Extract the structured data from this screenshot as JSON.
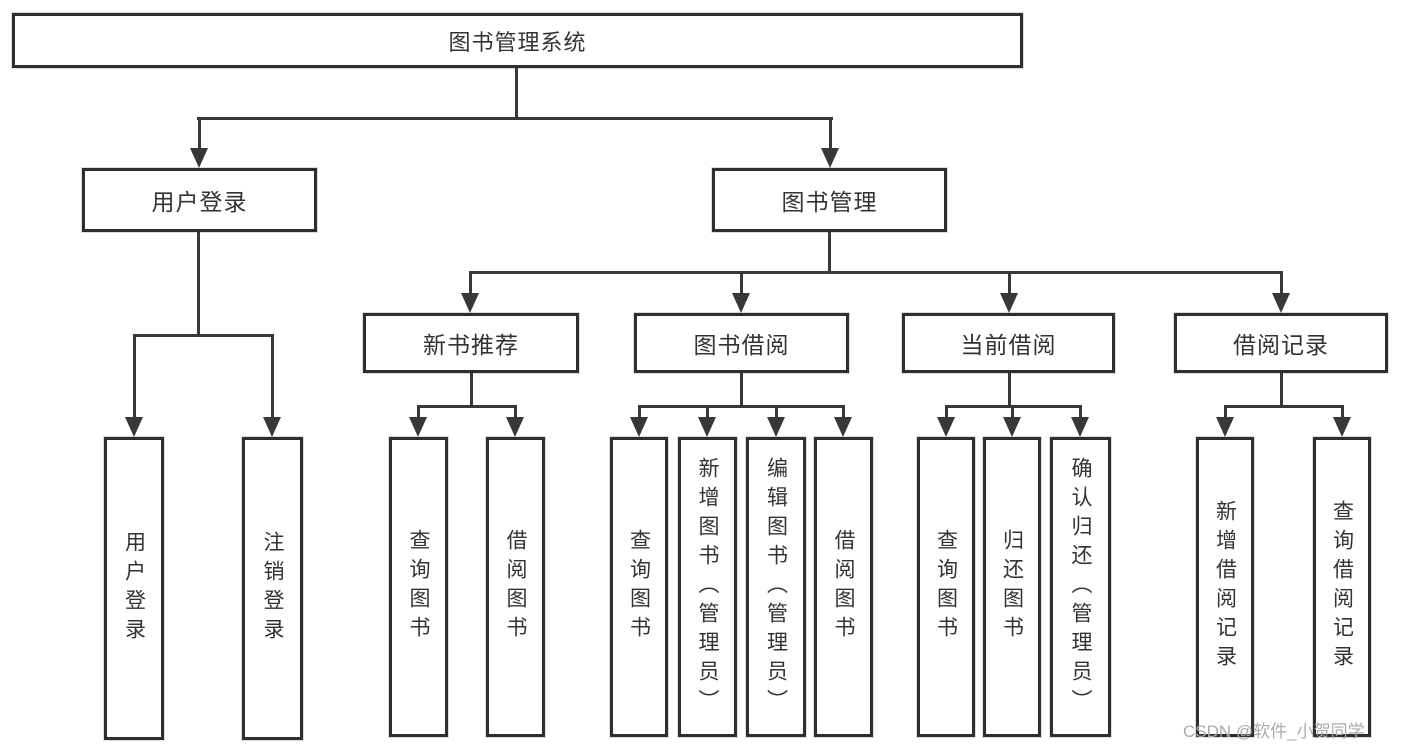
{
  "colors": {
    "line": "#383838",
    "box_border": "#2e2e2e",
    "text": "#333333",
    "watermark_text": "#ababab",
    "background": "#ffffff"
  },
  "diagram_type": "hierarchy-tree",
  "tree": {
    "label": "图书管理系统",
    "children": [
      {
        "label": "用户登录",
        "children": [
          {
            "label": "用户登录"
          },
          {
            "label": "注销登录"
          }
        ]
      },
      {
        "label": "图书管理",
        "children": [
          {
            "label": "新书推荐",
            "children": [
              {
                "label": "查询图书"
              },
              {
                "label": "借阅图书"
              }
            ]
          },
          {
            "label": "图书借阅",
            "children": [
              {
                "label": "查询图书"
              },
              {
                "label": "新增图书（管理员）"
              },
              {
                "label": "编辑图书（管理员）"
              },
              {
                "label": "借阅图书"
              }
            ]
          },
          {
            "label": "当前借阅",
            "children": [
              {
                "label": "查询图书"
              },
              {
                "label": "归还图书"
              },
              {
                "label": "确认归还（管理员）"
              }
            ]
          },
          {
            "label": "借阅记录",
            "children": [
              {
                "label": "新增借阅记录"
              },
              {
                "label": "查询借阅记录"
              }
            ]
          }
        ]
      }
    ]
  },
  "watermark": {
    "text": "CSDN @软件_小贺同学"
  }
}
